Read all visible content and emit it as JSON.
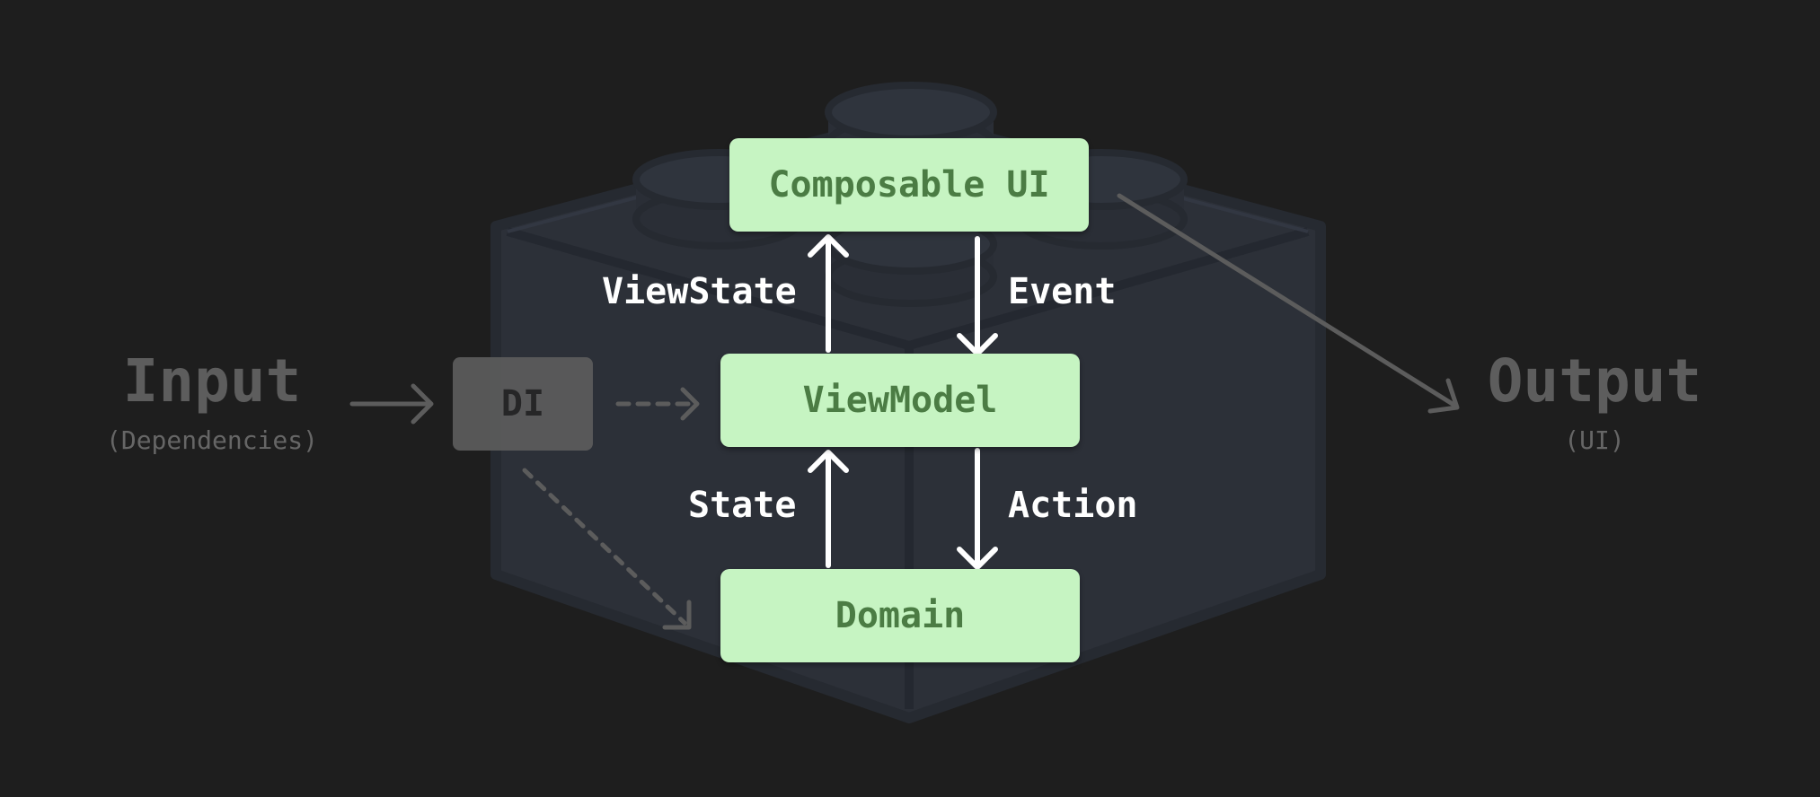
{
  "input": {
    "title": "Input",
    "subtitle": "(Dependencies)"
  },
  "output": {
    "title": "Output",
    "subtitle": "(UI)"
  },
  "nodes": {
    "di": "DI",
    "composable_ui": "Composable UI",
    "view_model": "ViewModel",
    "domain": "Domain"
  },
  "edges": {
    "view_state": "ViewState",
    "event": "Event",
    "state": "State",
    "action": "Action"
  },
  "colors": {
    "background": "#1e1e1e",
    "node_fill": "#c6f4c2",
    "node_text": "#4b7c44",
    "brick": "#2c3038",
    "arrow": "#ffffff",
    "muted": "#5d5d5d"
  }
}
